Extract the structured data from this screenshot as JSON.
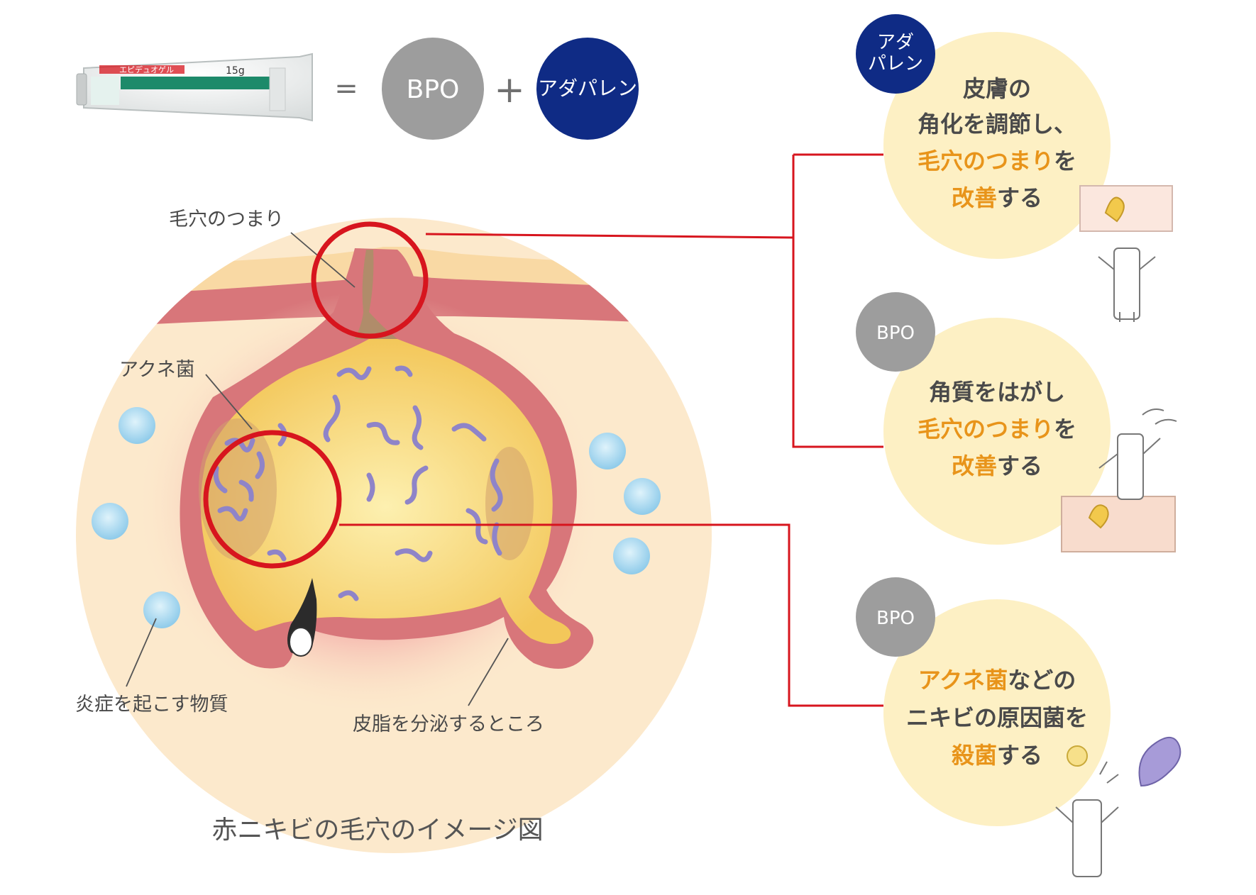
{
  "formula": {
    "product_name": "エピデュオゲル",
    "product_weight": "15g",
    "equals_sign": "=",
    "plus_sign": "+",
    "ingredient_1": "BPO",
    "ingredient_2": "アダパレン"
  },
  "diagram": {
    "caption": "赤ニキビの毛穴のイメージ図",
    "labels": {
      "pore_clog": "毛穴のつまり",
      "acne_bacteria": "アクネ菌",
      "inflammatory_substance": "炎症を起こす物質",
      "sebum_secretion": "皮脂を分泌するところ"
    }
  },
  "effects": [
    {
      "badge": "アダパレン",
      "badge_lines": [
        "アダ",
        "パレン"
      ],
      "lines": [
        [
          {
            "t": "皮膚の",
            "h": false
          }
        ],
        [
          {
            "t": "角化を調節し、",
            "h": false
          }
        ],
        [
          {
            "t": "毛穴のつまり",
            "h": true
          },
          {
            "t": "を",
            "h": false
          }
        ],
        [
          {
            "t": "改善",
            "h": true
          },
          {
            "t": "する",
            "h": false
          }
        ]
      ]
    },
    {
      "badge": "BPO",
      "badge_lines": [
        "BPO"
      ],
      "lines": [
        [
          {
            "t": "角質をはがし",
            "h": false
          }
        ],
        [
          {
            "t": "毛穴のつまり",
            "h": true
          },
          {
            "t": "を",
            "h": false
          }
        ],
        [
          {
            "t": "改善",
            "h": true
          },
          {
            "t": "する",
            "h": false
          }
        ]
      ]
    },
    {
      "badge": "BPO",
      "badge_lines": [
        "BPO"
      ],
      "lines": [
        [
          {
            "t": "アクネ菌",
            "h": true
          },
          {
            "t": "などの",
            "h": false
          }
        ],
        [
          {
            "t": "ニキビの原因菌を",
            "h": false
          }
        ],
        [
          {
            "t": "殺菌",
            "h": true
          },
          {
            "t": "する",
            "h": false
          }
        ]
      ]
    }
  ],
  "colors": {
    "bpo_gray": "#9d9d9d",
    "adapalene_navy": "#0f2b85",
    "highlight_orange": "#e8941a",
    "connector_red": "#d7151e",
    "effect_bg": "#fdf0c4",
    "skin_bg": "#fce9cc",
    "sebum_yellow": "#f7d36e",
    "bacteria_purple": "#8f84c8"
  },
  "icons": [
    "product-tube-icon",
    "tube-character-icon",
    "bacterium-icon",
    "keratin-plug-icon"
  ]
}
